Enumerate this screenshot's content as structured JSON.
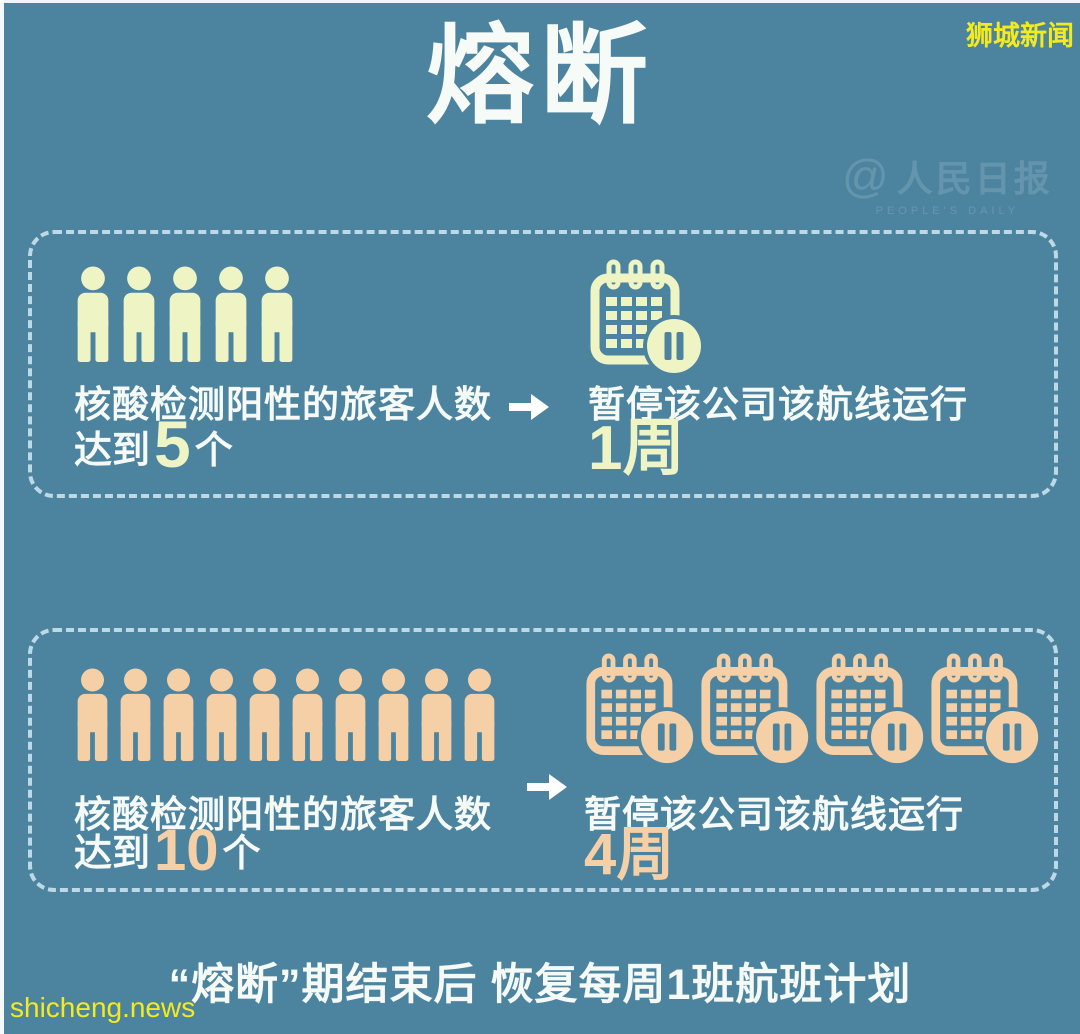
{
  "colors": {
    "background": "#4c84a0",
    "box_border": "#d2e8f2",
    "text_primary": "#f5faf7",
    "brand_yellow": "#f4ea1e",
    "accent_rule1": "#eef4c4",
    "accent_rule2": "#f5cfa6"
  },
  "header": {
    "title": "熔断",
    "brand": "狮城新闻",
    "watermark_at": "@",
    "watermark_name": "人民日报",
    "watermark_sub": "PEOPLE'S DAILY"
  },
  "rules": [
    {
      "people_count": 5,
      "condition_line": "核酸检测阳性的旅客人数",
      "reach_prefix": "达到",
      "reach_number": "5",
      "reach_suffix": "个",
      "calendar_count": 1,
      "result_line": "暂停该公司该航线运行",
      "duration": "1周",
      "accent": "#eef4c4"
    },
    {
      "people_count": 10,
      "condition_line": "核酸检测阳性的旅客人数",
      "reach_prefix": "达到",
      "reach_number": "10",
      "reach_suffix": "个",
      "calendar_count": 4,
      "result_line": "暂停该公司该航线运行",
      "duration": "4周",
      "accent": "#f5cfa6"
    }
  ],
  "footer": {
    "note": "“熔断”期结束后 恢复每周1班航班计划",
    "site": "shicheng.news"
  }
}
